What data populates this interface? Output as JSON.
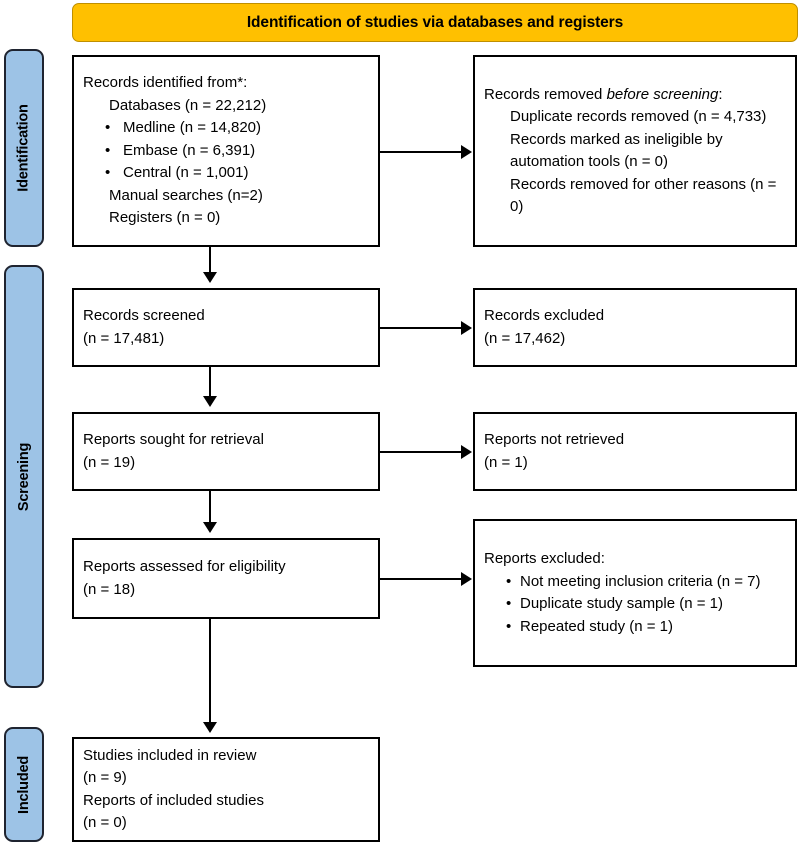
{
  "diagram": {
    "type": "prisma-flow-diagram",
    "banner": {
      "title": "Identification of studies via databases and registers",
      "color": "#FFC000"
    },
    "phases": [
      {
        "id": "identification",
        "label": "Identification",
        "color": "#9DC3E6"
      },
      {
        "id": "screening",
        "label": "Screening",
        "color": "#9DC3E6"
      },
      {
        "id": "included",
        "label": "Included",
        "color": "#9DC3E6"
      }
    ],
    "boxes": {
      "records_identified": {
        "title": "Records identified from*:",
        "databases": "Databases (n = 22,212)",
        "bullets": [
          "Medline (n = 14,820)",
          "Embase (n = 6,391)",
          "Central (n = 1,001)"
        ],
        "manual": "Manual searches (n=2)",
        "registers": "Registers (n = 0)"
      },
      "records_removed": {
        "title_a": "Records removed ",
        "title_b": "before screening",
        "title_c": ":",
        "items": [
          "Duplicate records removed (n = 4,733)",
          "Records marked as ineligible by automation tools (n = 0)",
          "Records removed for other reasons (n = 0)"
        ]
      },
      "records_screened": {
        "line1": "Records screened",
        "line2": "(n = 17,481)"
      },
      "records_excluded": {
        "line1": "Records excluded",
        "line2": "(n = 17,462)"
      },
      "reports_sought": {
        "line1": "Reports sought for retrieval",
        "line2": "(n = 19)"
      },
      "reports_not_retrieved": {
        "line1": "Reports not retrieved",
        "line2": "(n = 1)"
      },
      "reports_assessed": {
        "line1": "Reports assessed for eligibility",
        "line2": "(n = 18)"
      },
      "reports_excluded": {
        "title": "Reports excluded:",
        "bullets": [
          "Not meeting inclusion criteria (n = 7)",
          "Duplicate study sample (n = 1)",
          "Repeated study (n = 1)"
        ]
      },
      "studies_included": {
        "line1": "Studies included in review",
        "line2": "(n = 9)",
        "line3": "Reports of included studies",
        "line4": "(n = 0)"
      }
    }
  }
}
